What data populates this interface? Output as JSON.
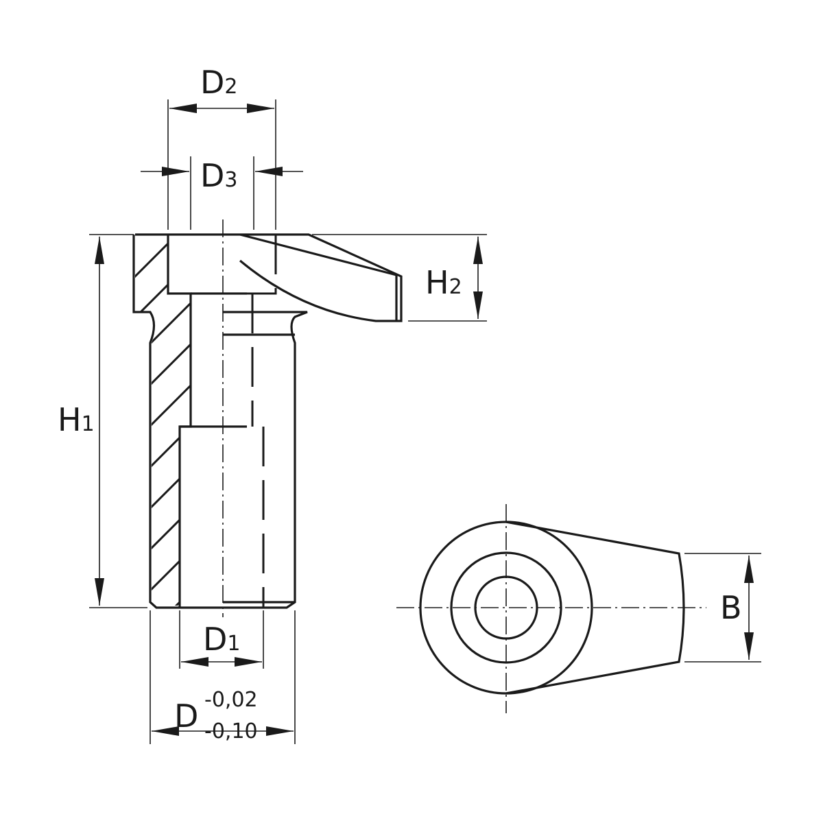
{
  "labels": {
    "d2": {
      "main": "D",
      "sub": "2"
    },
    "d3": {
      "main": "D",
      "sub": "3"
    },
    "h1": {
      "main": "H",
      "sub": "1"
    },
    "h2": {
      "main": "H",
      "sub": "2"
    },
    "d1": {
      "main": "D",
      "sub": "1"
    },
    "d": {
      "main": "D",
      "upper_tol": "-0,02",
      "lower_tol": "-0,10"
    },
    "b": {
      "main": "B"
    }
  }
}
